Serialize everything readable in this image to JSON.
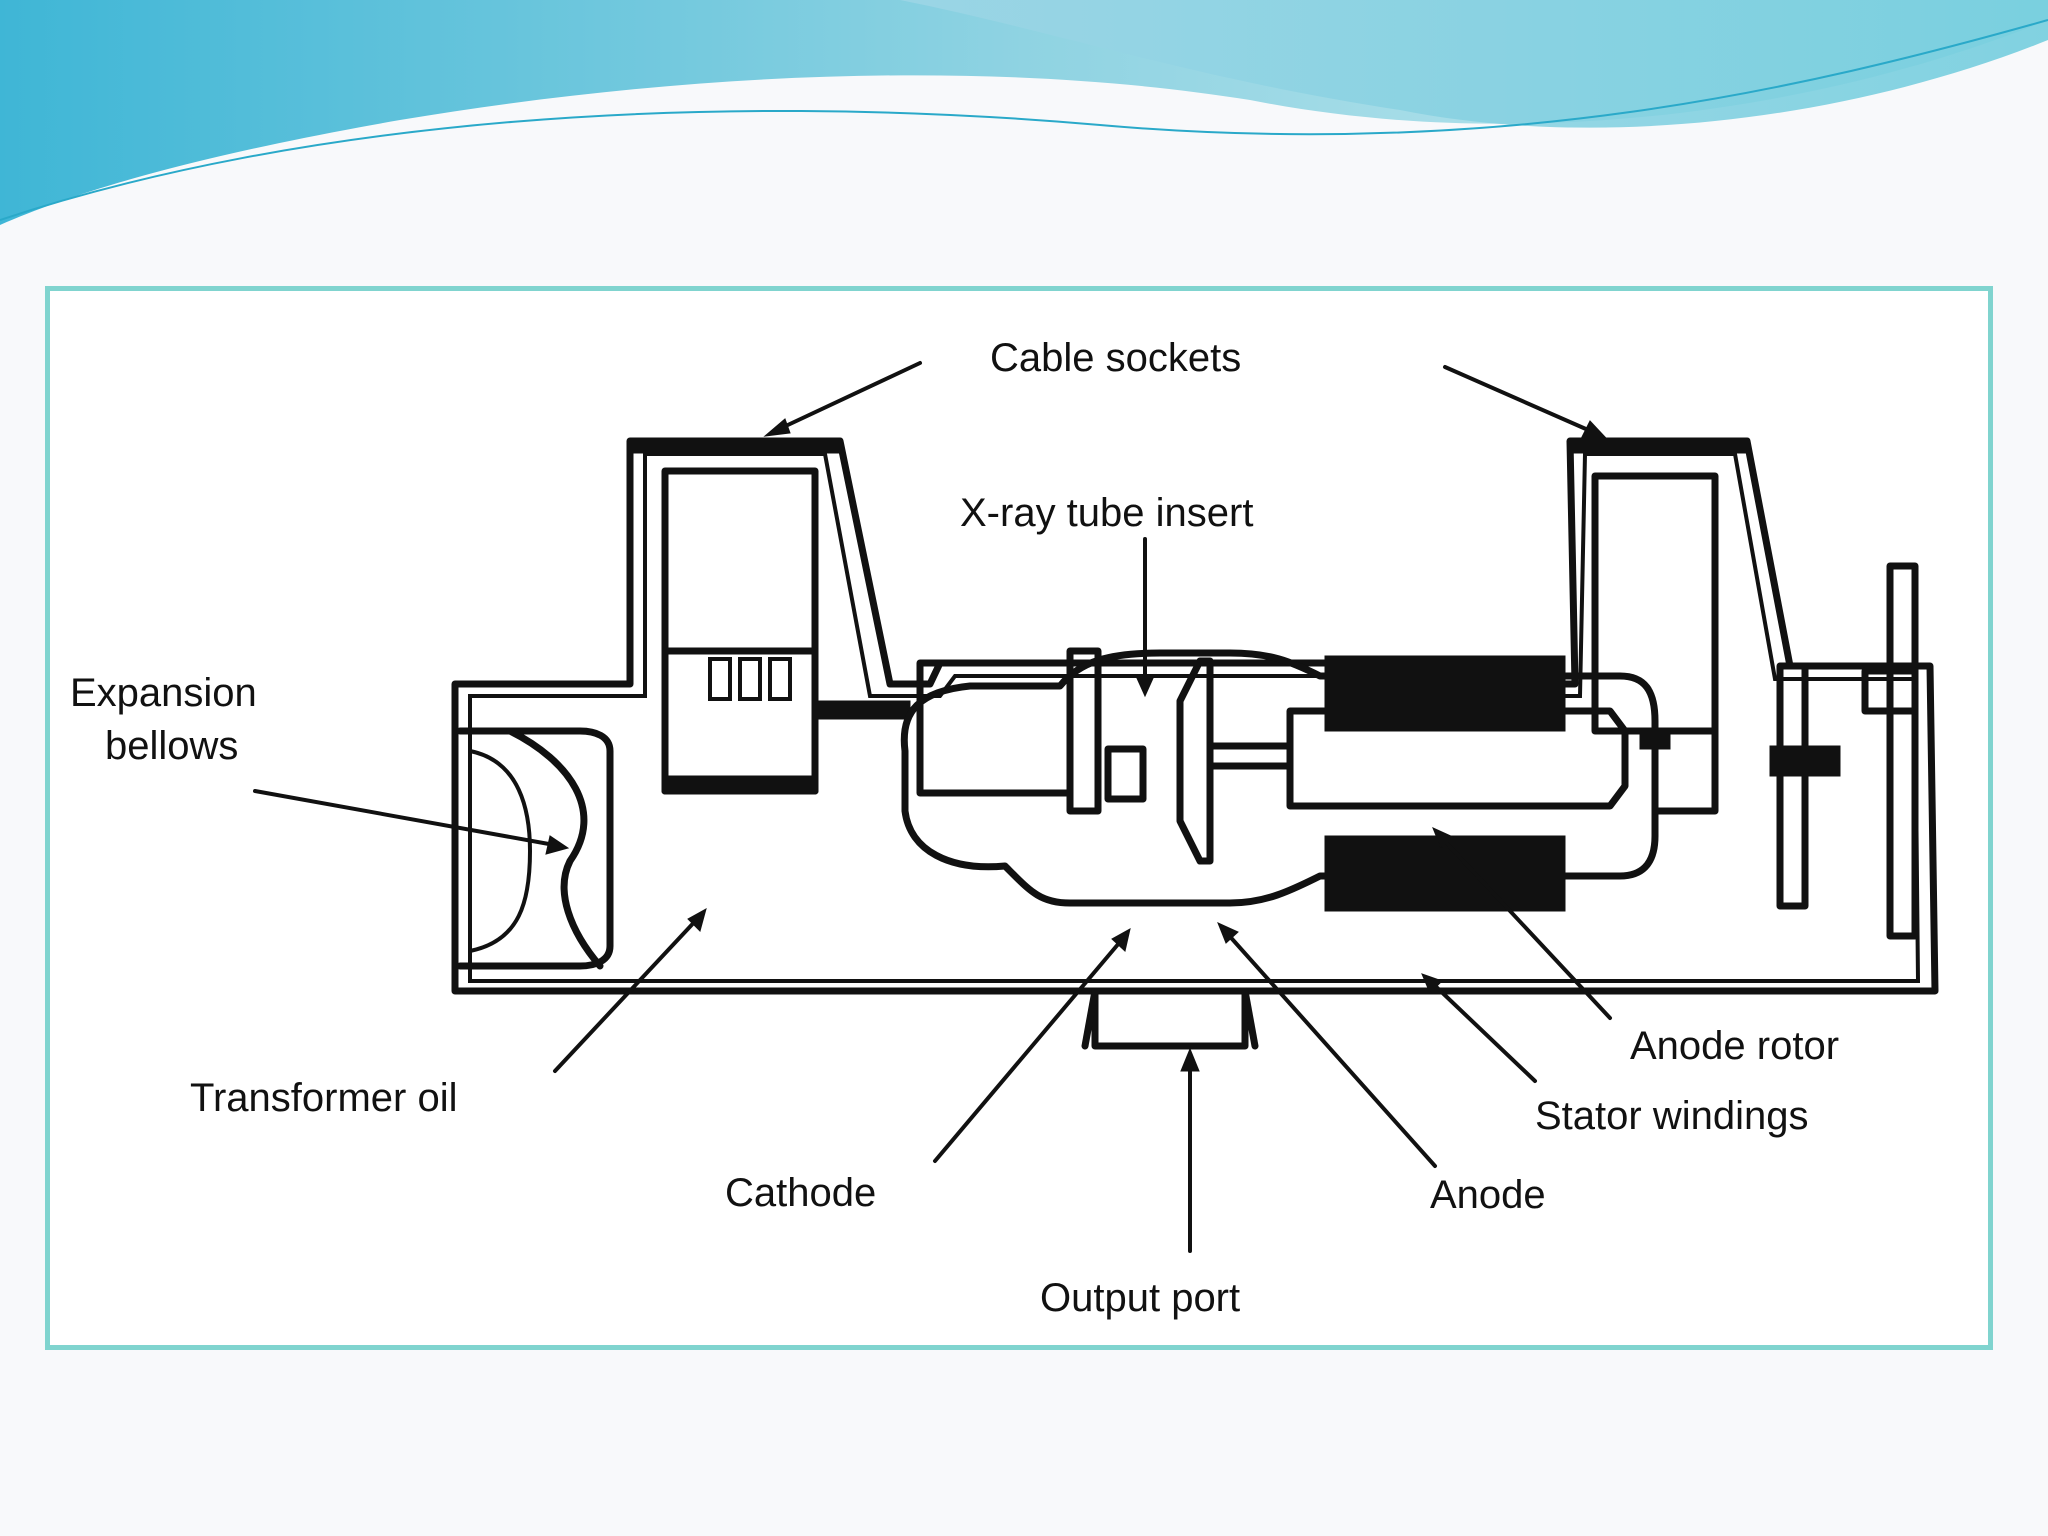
{
  "diagram": {
    "labels": {
      "cable_sockets": "Cable sockets",
      "xray_tube_insert": "X-ray tube insert",
      "expansion_line1": "Expansion",
      "expansion_line2": "bellows",
      "transformer_oil": "Transformer oil",
      "cathode": "Cathode",
      "output_port": "Output port",
      "anode": "Anode",
      "stator_windings": "Stator windings",
      "anode_rotor": "Anode rotor"
    }
  },
  "colors": {
    "header_gradient_start": "#5cc2dc",
    "header_gradient_end": "#b6e3ea",
    "frame_border": "#80d4cf",
    "background": "#f8f9fb",
    "ink": "#111111"
  }
}
